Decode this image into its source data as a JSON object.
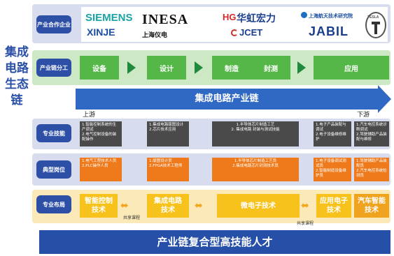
{
  "side_title": "集成电路生态链",
  "rows": {
    "partners_label": "产业合作企业",
    "chain_label": "产业链分工",
    "skills_label": "专业技能",
    "positions_label": "典型岗位",
    "layout_label": "专业布局"
  },
  "logos": {
    "siemens": "SIEMENS",
    "xinje": "XINJE",
    "inesa": "INESA",
    "inesa_cn": "上海仪电",
    "hhgrace": "华虹宏力",
    "hhgrace_prefix": "HG",
    "jcet": "JCET",
    "sast": "上海航天技术研究院",
    "jabil": "JABIL",
    "tesla": "TESLA"
  },
  "chain_steps": [
    "设备",
    "设计",
    "制造",
    "封测",
    "应用"
  ],
  "arrow": {
    "title": "集成电路产业链",
    "upstream": "上游",
    "downstream": "下游"
  },
  "skills": [
    "1.智能控制系统的生产调试\n2.电气控制设备的装配操作",
    "1.集成电路版图设计\n2.芯片技术应用",
    "1.半导体芯片制造工艺\n2. 集成电路 封装与测试技能",
    "1.电子产品装配与调试\n2.电子设备维修维护",
    "1.汽车电控系统诊断调试\n2.驾驶辅助产品装配与维修"
  ],
  "positions": [
    "1.电气工程技术人员\n2.PLC操作人员",
    "1.版图设计员\n2.FPGA技术工程师",
    "1.半导体芯片制造工艺员\n2.集成电路芯片封测技术员",
    "1.电子设备调试测试员\n2.智能制造设备维护员",
    "1.驾驶辅助产品装配员\n2.汽车电控系统检测员"
  ],
  "majors": [
    "智能控制技术",
    "集成电路技术",
    "微电子技术",
    "应用电子技术",
    "汽车智能技术"
  ],
  "shared_courses": [
    "共享课程",
    "共享课程"
  ],
  "footer": "产业链复合型高技能人才",
  "colors": {
    "blue": "#2b50a8",
    "green": "#55b748",
    "orange": "#ee7a1b",
    "yellow": "#f8c21d",
    "dark": "#4a4a4a"
  }
}
